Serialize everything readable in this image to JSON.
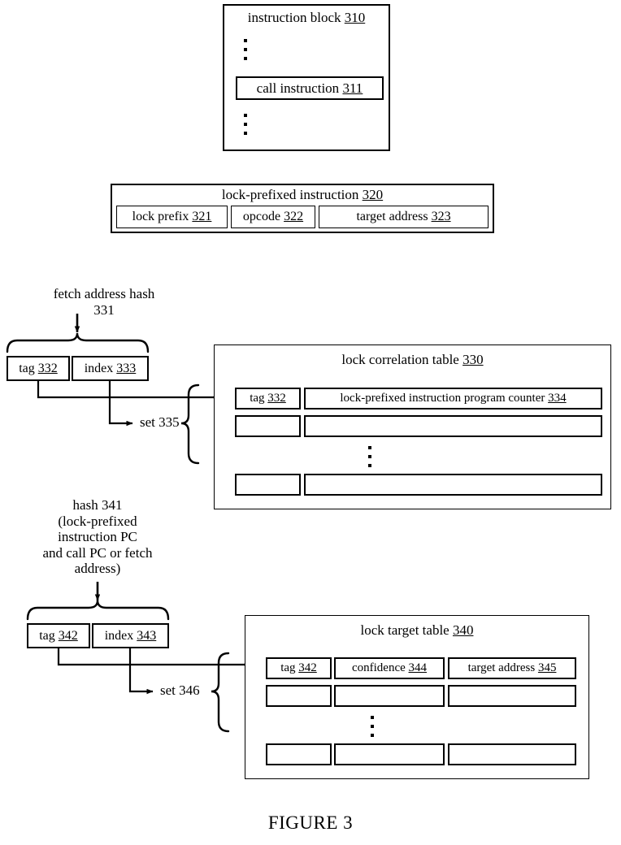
{
  "figure": {
    "caption": "FIGURE 3"
  },
  "instruction_block": {
    "title": "instruction block",
    "ref": "310",
    "ellipsis_top": "⋮",
    "ellipsis_bottom": "⋮",
    "call_instruction": {
      "label": "call instruction",
      "ref": "311"
    }
  },
  "lock_prefixed_instruction": {
    "title": "lock-prefixed instruction",
    "ref": "320",
    "fields": [
      {
        "label": "lock prefix",
        "ref": "321"
      },
      {
        "label": "opcode",
        "ref": "322"
      },
      {
        "label": "target address",
        "ref": "323"
      }
    ]
  },
  "fetch_hash": {
    "label": "fetch address hash",
    "ref": "331",
    "tag": {
      "label": "tag",
      "ref": "332"
    },
    "index": {
      "label": "index",
      "ref": "333"
    },
    "set": {
      "label": "set 335"
    }
  },
  "lock_correlation_table": {
    "title": "lock correlation table",
    "ref": "330",
    "header_row": [
      {
        "label": "tag",
        "ref": "332"
      },
      {
        "label": "lock-prefixed instruction program counter",
        "ref": "334"
      }
    ],
    "empty_rows": 2,
    "ellipsis": "⋮"
  },
  "lock_hash": {
    "label_lines": [
      "hash 341",
      "(lock-prefixed",
      "instruction PC",
      "and call PC or fetch",
      "address)"
    ],
    "tag": {
      "label": "tag",
      "ref": "342"
    },
    "index": {
      "label": "index",
      "ref": "343"
    },
    "set": {
      "label": "set 346"
    }
  },
  "lock_target_table": {
    "title": "lock target table",
    "ref": "340",
    "header_row": [
      {
        "label": "tag",
        "ref": "342"
      },
      {
        "label": "confidence",
        "ref": "344"
      },
      {
        "label": "target address",
        "ref": "345"
      }
    ],
    "empty_rows": 2,
    "ellipsis": "⋮"
  },
  "colors": {
    "stroke": "#000000",
    "background": "#ffffff"
  }
}
